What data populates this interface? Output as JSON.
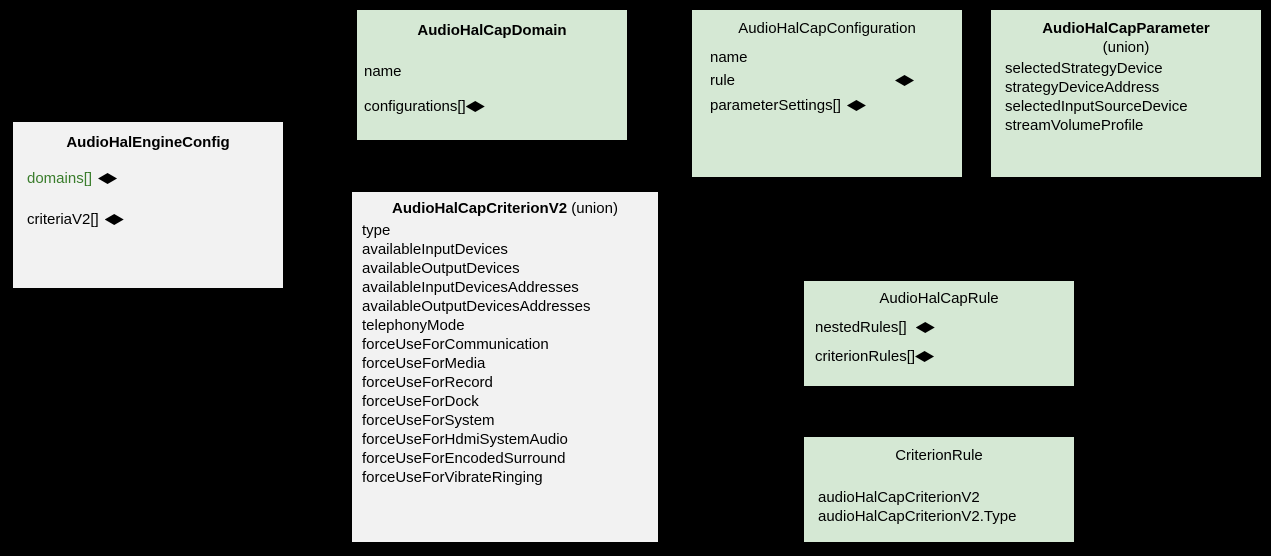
{
  "diagram": {
    "type": "uml-class-diagram",
    "background": "#000000",
    "colors": {
      "green_fill": "#d5e8d4",
      "gray_fill": "#f2f2f2",
      "green_text": "#3a7d2c",
      "text": "#000000",
      "connector": "#000000"
    }
  },
  "classes": {
    "engine_config": {
      "title": "AudioHalEngineConfig",
      "title_suffix": "",
      "fill": "gray",
      "attributes": [
        {
          "label": "domains[]",
          "diamond": true,
          "highlight": true
        },
        {
          "label": "criteriaV2[]",
          "diamond": true,
          "highlight": false
        }
      ]
    },
    "cap_domain": {
      "title": "AudioHalCapDomain",
      "title_suffix": "",
      "fill": "green",
      "attributes": [
        {
          "label": "name",
          "diamond": false,
          "highlight": false
        },
        {
          "label": "configurations[]",
          "diamond": true,
          "highlight": false
        }
      ]
    },
    "cap_configuration": {
      "title": "AudioHalCapConfiguration",
      "title_suffix": "",
      "fill": "green",
      "attributes": [
        {
          "label": "name",
          "diamond": false,
          "highlight": false
        },
        {
          "label": "rule",
          "diamond": true,
          "highlight": false
        },
        {
          "label": "parameterSettings[]",
          "diamond": true,
          "highlight": false
        }
      ]
    },
    "cap_parameter": {
      "title": "AudioHalCapParameter",
      "title_suffix": "(union)",
      "fill": "green",
      "attributes": [
        {
          "label": "selectedStrategyDevice",
          "diamond": false,
          "highlight": false
        },
        {
          "label": "strategyDeviceAddress",
          "diamond": false,
          "highlight": false
        },
        {
          "label": "selectedInputSourceDevice",
          "diamond": false,
          "highlight": false
        },
        {
          "label": "streamVolumeProfile",
          "diamond": false,
          "highlight": false
        }
      ]
    },
    "cap_criterion_v2": {
      "title": "AudioHalCapCriterionV2",
      "title_suffix": "(union)",
      "fill": "gray",
      "attributes": [
        {
          "label": "type",
          "diamond": false,
          "highlight": false
        },
        {
          "label": "availableInputDevices",
          "diamond": false,
          "highlight": false
        },
        {
          "label": "availableOutputDevices",
          "diamond": false,
          "highlight": false
        },
        {
          "label": "availableInputDevicesAddresses",
          "diamond": false,
          "highlight": false
        },
        {
          "label": "availableOutputDevicesAddresses",
          "diamond": false,
          "highlight": false
        },
        {
          "label": "telephonyMode",
          "diamond": false,
          "highlight": false
        },
        {
          "label": "forceUseForCommunication",
          "diamond": false,
          "highlight": false
        },
        {
          "label": "forceUseForMedia",
          "diamond": false,
          "highlight": false
        },
        {
          "label": "forceUseForRecord",
          "diamond": false,
          "highlight": false
        },
        {
          "label": "forceUseForDock",
          "diamond": false,
          "highlight": false
        },
        {
          "label": "forceUseForSystem",
          "diamond": false,
          "highlight": false
        },
        {
          "label": "forceUseForHdmiSystemAudio",
          "diamond": false,
          "highlight": false
        },
        {
          "label": "forceUseForEncodedSurround",
          "diamond": false,
          "highlight": false
        },
        {
          "label": "forceUseForVibrateRinging",
          "diamond": false,
          "highlight": false
        }
      ]
    },
    "cap_rule": {
      "title": "AudioHalCapRule",
      "title_suffix": "",
      "fill": "green",
      "attributes": [
        {
          "label": "nestedRules[]",
          "diamond": true,
          "highlight": false
        },
        {
          "label": "criterionRules[]",
          "diamond": true,
          "highlight": false
        }
      ]
    },
    "criterion_rule": {
      "title": "CriterionRule",
      "title_suffix": "",
      "fill": "green",
      "attributes": [
        {
          "label": "audioHalCapCriterionV2",
          "diamond": false,
          "highlight": false
        },
        {
          "label": "audioHalCapCriterionV2.Type",
          "diamond": false,
          "highlight": false
        }
      ]
    }
  },
  "relations": [
    {
      "from": "engine_config.domains[]",
      "to": "cap_domain",
      "style": "composition-dashed"
    },
    {
      "from": "engine_config.criteriaV2[]",
      "to": "cap_criterion_v2",
      "style": "composition-dashed"
    },
    {
      "from": "cap_domain.configurations[]",
      "to": "cap_configuration",
      "style": "composition-dashed"
    },
    {
      "from": "cap_configuration.rule",
      "to": "cap_rule",
      "style": "composition-dashed"
    },
    {
      "from": "cap_configuration.parameterSettings[]",
      "to": "cap_parameter",
      "style": "composition-dashed"
    },
    {
      "from": "cap_rule.nestedRules[]",
      "to": "cap_rule",
      "style": "composition-dashed"
    },
    {
      "from": "cap_rule.criterionRules[]",
      "to": "criterion_rule",
      "style": "composition-dashed"
    }
  ]
}
